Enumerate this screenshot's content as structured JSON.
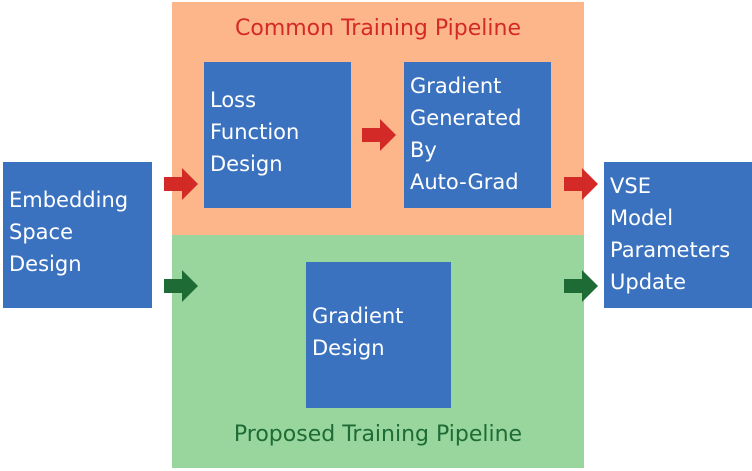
{
  "colors": {
    "common_bg": "#fdb68a",
    "proposed_bg": "#98d69e",
    "box": "#3a72bf",
    "common_title": "#d42a27",
    "proposed_title": "#1e6b35",
    "red_arrow": "#d42a27",
    "green_arrow": "#1e6b35"
  },
  "common_title": "Common Training Pipeline",
  "proposed_title": "Proposed Training Pipeline",
  "boxes": {
    "embedding": "Embedding\nSpace\nDesign",
    "loss": "Loss\nFunction\nDesign",
    "autograd": "Gradient\nGenerated\nBy\nAuto-Grad",
    "gradient_design": "Gradient\nDesign",
    "vse": "VSE\nModel\nParameters\nUpdate"
  }
}
